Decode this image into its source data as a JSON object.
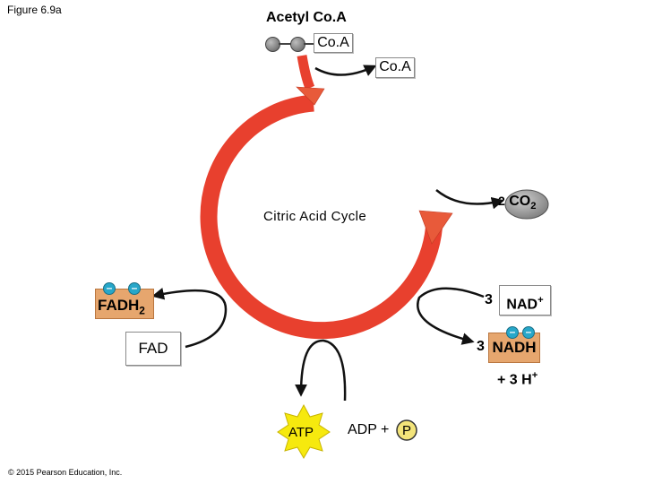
{
  "figure_label": "Figure 6.9a",
  "title": "Acetyl Co.A",
  "coa_attached": "Co.A",
  "coa_released": "Co.A",
  "cycle_name": "Citric Acid Cycle",
  "co2": {
    "coefficient": "2",
    "formula": "CO",
    "subscript": "2"
  },
  "nad": {
    "coefficient": "3",
    "formula": "NAD",
    "superscript": "+"
  },
  "nadh": {
    "coefficient": "3",
    "formula": "NADH"
  },
  "hydrogen": {
    "text": "+ 3 H",
    "superscript": "+"
  },
  "fadh2": {
    "formula": "FADH",
    "subscript": "2"
  },
  "fad": "FAD",
  "atp": "ATP",
  "adp": "ADP +",
  "phosphate": "P",
  "copyright": "© 2015 Pearson Education, Inc.",
  "colors": {
    "cycle": "#e8402e",
    "cycle_arrowhead": "#e85a3a",
    "atp_star": "#f6e90e",
    "tan_box": "#e6a66e",
    "electron": "#27a7c9",
    "phosphate": "#f3e47a",
    "co2_gray": "#9a9a9a"
  }
}
